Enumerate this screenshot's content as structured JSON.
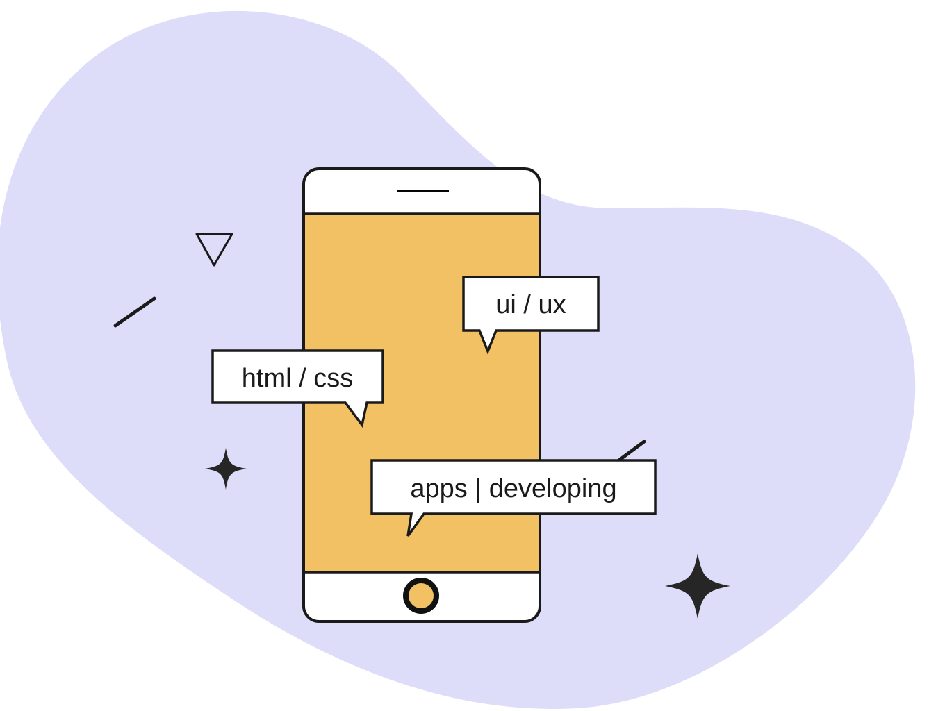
{
  "illustration": {
    "title": "Mobile app development concept illustration",
    "background_color": "#ffffff"
  },
  "blob": {
    "name": "decorative-background-blob",
    "color": "#DDDDFA"
  },
  "phone": {
    "name": "smartphone-mockup",
    "frame_color": "#1a1a1a",
    "body_color": "#ffffff",
    "screen_color": "#F2C163",
    "speaker_label": "speaker-grille",
    "home_button": {
      "label": "home-button",
      "fill": "#F2C163",
      "ring": "#111111"
    }
  },
  "bubbles": [
    {
      "id": "ui-ux",
      "label": "ui / ux",
      "fill": "#ffffff",
      "stroke": "#1a1a1a"
    },
    {
      "id": "html-css",
      "label": "html / css",
      "fill": "#ffffff",
      "stroke": "#1a1a1a"
    },
    {
      "id": "apps-developing",
      "label": "apps | developing",
      "fill": "#ffffff",
      "stroke": "#1a1a1a"
    }
  ],
  "decorations": [
    {
      "id": "triangle",
      "label": "triangle-outline-down",
      "stroke": "#1a1a1a"
    },
    {
      "id": "slash-left",
      "label": "diagonal-line-left",
      "stroke": "#1a1a1a"
    },
    {
      "id": "slash-right",
      "label": "diagonal-line-right",
      "stroke": "#1a1a1a"
    },
    {
      "id": "sparkle-small",
      "label": "sparkle-star-small",
      "fill": "#262626"
    },
    {
      "id": "sparkle-large",
      "label": "sparkle-star-large",
      "fill": "#262626"
    }
  ]
}
